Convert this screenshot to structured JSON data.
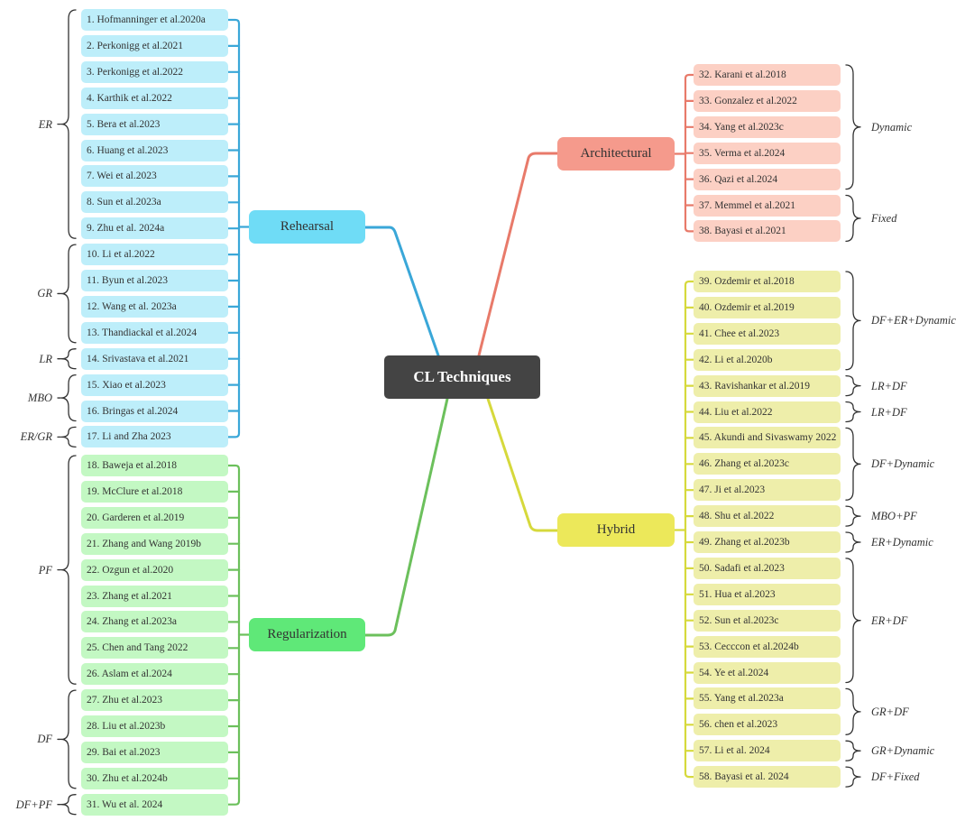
{
  "center": {
    "label": "CL Techniques"
  },
  "colors": {
    "rehearsal_line": "#3aa7d8",
    "rehearsal_fill": "#bdeefa",
    "rehearsal_hub": "#6fdcf6",
    "regularization_line": "#6cc05c",
    "regularization_fill": "#c3f8c3",
    "regularization_hub": "#5fe878",
    "architectural_line": "#e87a6a",
    "architectural_fill": "#fcd0c4",
    "architectural_hub": "#f59a8c",
    "hybrid_line": "#d6d93c",
    "hybrid_fill": "#eeeeaa",
    "hybrid_hub": "#ece85a",
    "bracket": "#333333",
    "center_fill": "#444444"
  },
  "branches": {
    "rehearsal": {
      "label": "Rehearsal",
      "items": [
        "1. Hofmanninger et al.2020a",
        "2. Perkonigg et al.2021",
        "3. Perkonigg et al.2022",
        "4. Karthik et al.2022",
        "5. Bera et al.2023",
        "6. Huang et al.2023",
        "7. Wei et al.2023",
        "8. Sun et al.2023a",
        "9. Zhu et al. 2024a",
        "10. Li et al.2022",
        "11. Byun et al.2023",
        "12. Wang et al. 2023a",
        "13. Thandiackal et al.2024",
        "14. Srivastava et al.2021",
        "15. Xiao et al.2023",
        "16. Bringas et al.2024",
        "17. Li and Zha 2023"
      ],
      "groups": [
        {
          "label": "ER",
          "from": 0,
          "to": 8
        },
        {
          "label": "GR",
          "from": 9,
          "to": 12
        },
        {
          "label": "LR",
          "from": 13,
          "to": 13
        },
        {
          "label": "MBO",
          "from": 14,
          "to": 15
        },
        {
          "label": "ER/GR",
          "from": 16,
          "to": 16
        }
      ]
    },
    "regularization": {
      "label": "Regularization",
      "items": [
        "18. Baweja et al.2018",
        "19. McClure et al.2018",
        "20. Garderen et al.2019",
        "21. Zhang and Wang 2019b",
        "22. Ozgun et al.2020",
        "23. Zhang et al.2021",
        "24. Zhang et al.2023a",
        "25. Chen and Tang 2022",
        "26. Aslam et al.2024",
        "27. Zhu et al.2023",
        "28. Liu et al.2023b",
        "29. Bai et al.2023",
        "30. Zhu et al.2024b",
        "31. Wu et al. 2024"
      ],
      "groups": [
        {
          "label": "PF",
          "from": 0,
          "to": 8
        },
        {
          "label": "DF",
          "from": 9,
          "to": 12
        },
        {
          "label": "DF+PF",
          "from": 13,
          "to": 13
        }
      ]
    },
    "architectural": {
      "label": "Architectural",
      "items": [
        "32. Karani et al.2018",
        "33. Gonzalez et al.2022",
        "34. Yang et al.2023c",
        "35. Verma et al.2024",
        "36. Qazi et al.2024",
        "37. Memmel et al.2021",
        "38. Bayasi et al.2021"
      ],
      "groups": [
        {
          "label": "Dynamic",
          "from": 0,
          "to": 4
        },
        {
          "label": "Fixed",
          "from": 5,
          "to": 6
        }
      ]
    },
    "hybrid": {
      "label": "Hybrid",
      "items": [
        "39. Ozdemir et al.2018",
        "40. Ozdemir et al.2019",
        "41. Chee et al.2023",
        "42. Li et al.2020b",
        "43. Ravishankar et al.2019",
        "44. Liu et al.2022",
        "45. Akundi and Sivaswamy 2022",
        "46. Zhang et al.2023c",
        "47. Ji et al.2023",
        "48. Shu et al.2022",
        "49. Zhang et al.2023b",
        "50. Sadafi et al.2023",
        "51. Hua et al.2023",
        "52. Sun et al.2023c",
        "53. Cecccon et al.2024b",
        "54. Ye et al.2024",
        "55. Yang et al.2023a",
        "56. chen et al.2023",
        "57. Li et al. 2024",
        "58. Bayasi et al. 2024"
      ],
      "groups": [
        {
          "label": "DF+ER+Dynamic",
          "from": 0,
          "to": 3
        },
        {
          "label": "LR+DF",
          "from": 4,
          "to": 4
        },
        {
          "label": "LR+DF",
          "from": 5,
          "to": 5
        },
        {
          "label": "DF+Dynamic",
          "from": 6,
          "to": 8
        },
        {
          "label": "MBO+PF",
          "from": 9,
          "to": 9
        },
        {
          "label": "ER+Dynamic",
          "from": 10,
          "to": 10
        },
        {
          "label": "ER+DF",
          "from": 11,
          "to": 15
        },
        {
          "label": "GR+DF",
          "from": 16,
          "to": 17
        },
        {
          "label": "GR+Dynamic",
          "from": 18,
          "to": 18
        },
        {
          "label": "DF+Fixed",
          "from": 19,
          "to": 19
        }
      ]
    }
  }
}
